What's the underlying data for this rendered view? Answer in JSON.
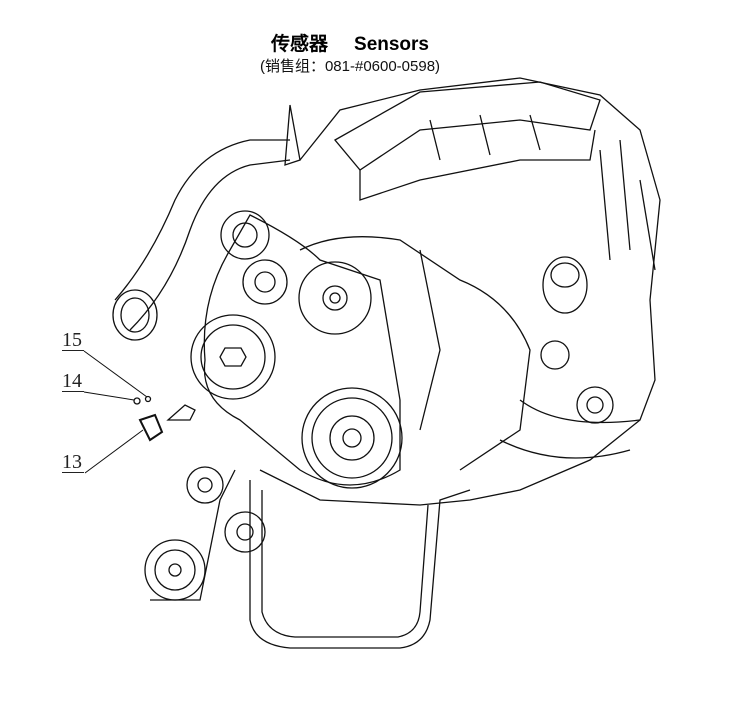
{
  "header": {
    "title_cn": "传感器",
    "title_en": "Sensors",
    "subtitle": "(销售组：081-#0600-0598)"
  },
  "callouts": [
    {
      "number": "15"
    },
    {
      "number": "14"
    },
    {
      "number": "13"
    }
  ]
}
